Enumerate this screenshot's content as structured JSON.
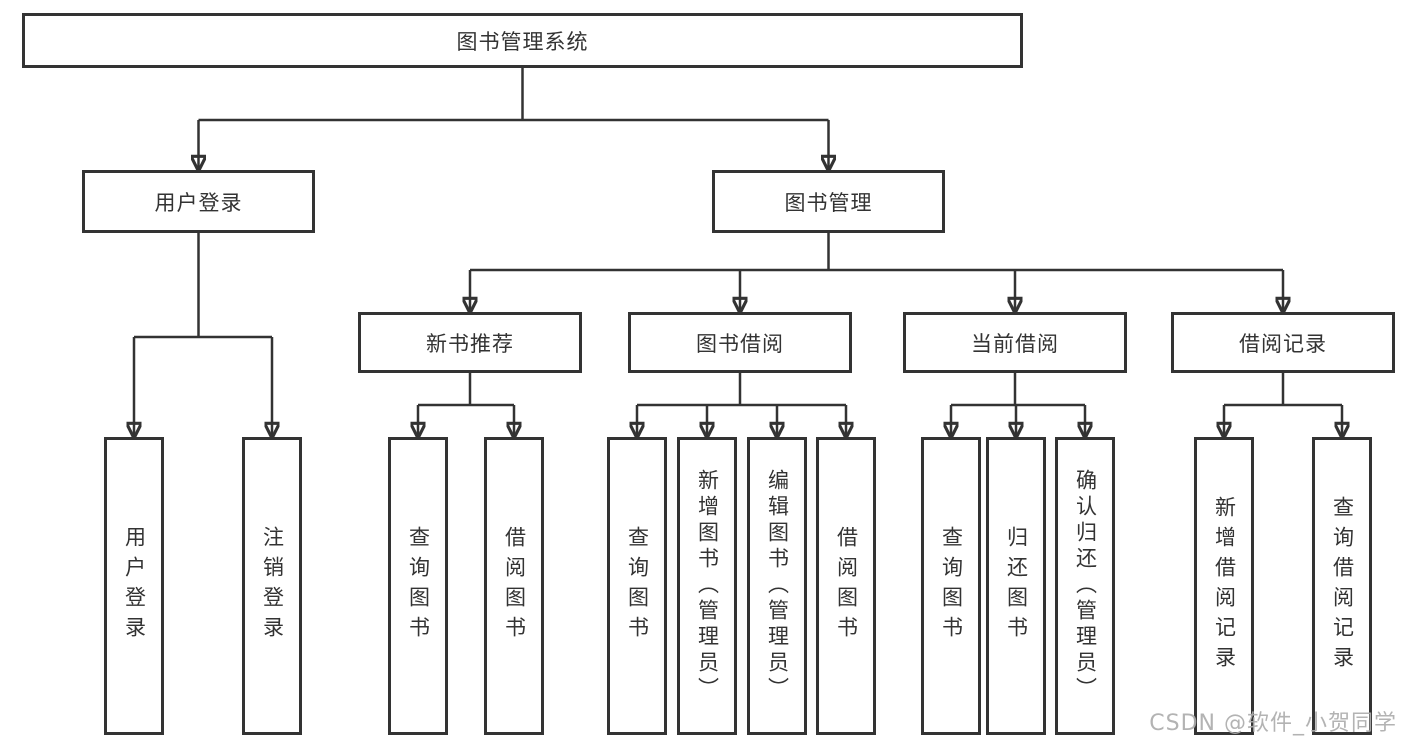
{
  "diagram": {
    "root": {
      "label": "图书管理系统"
    },
    "level2": {
      "user_login": {
        "label": "用户登录"
      },
      "book_mgmt": {
        "label": "图书管理"
      }
    },
    "level3": {
      "new_book_rec": {
        "label": "新书推荐"
      },
      "book_borrow": {
        "label": "图书借阅"
      },
      "current_borrow": {
        "label": "当前借阅"
      },
      "borrow_records": {
        "label": "借阅记录"
      }
    },
    "leaves": {
      "user_login": [
        "用户登录",
        "注销登录"
      ],
      "new_book_rec": [
        "查询图书",
        "借阅图书"
      ],
      "book_borrow": [
        "查询图书",
        "新增图书（管理员）",
        "编辑图书（管理员）",
        "借阅图书"
      ],
      "current_borrow": [
        "查询图书",
        "归还图书",
        "确认归还（管理员）"
      ],
      "borrow_records": [
        "新增借阅记录",
        "查询借阅记录"
      ]
    }
  },
  "watermark": {
    "text": "CSDN @软件_小贺同学"
  },
  "colors": {
    "line": "#333333",
    "box_border": "#333333",
    "text": "#333333",
    "watermark": "#acacac",
    "background": "#ffffff"
  }
}
